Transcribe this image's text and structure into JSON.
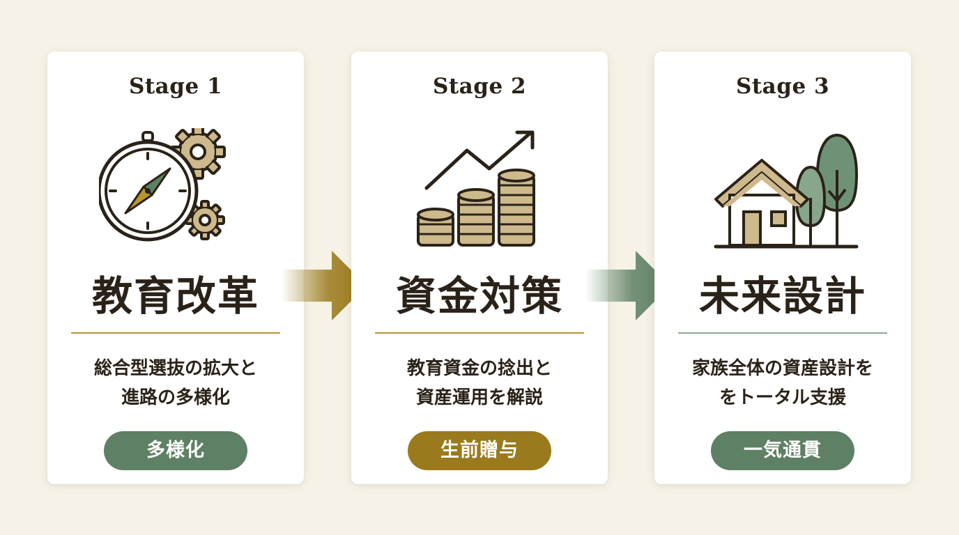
{
  "stages": [
    {
      "label": "Stage 1",
      "icon": "compass-gears-icon",
      "title": "教育改革",
      "desc_lines": [
        "総合型選抜の拡大と",
        "進路の多様化"
      ],
      "badge": "多様化"
    },
    {
      "label": "Stage 2",
      "icon": "coins-growth-icon",
      "title": "資金対策",
      "desc_lines": [
        "教育資金の捻出と",
        "資産運用を解説"
      ],
      "badge": "生前贈与"
    },
    {
      "label": "Stage 3",
      "icon": "house-trees-icon",
      "title": "未来設計",
      "desc_lines": [
        "家族全体の資産設計を",
        "をトータル支援"
      ],
      "badge": "一気通貫"
    }
  ],
  "colors": {
    "background": "#f6f2e7",
    "card": "#ffffff",
    "text": "#2a2218",
    "gold": "#9a7a1c",
    "green": "#5e8064",
    "tan": "#cdb98c"
  }
}
